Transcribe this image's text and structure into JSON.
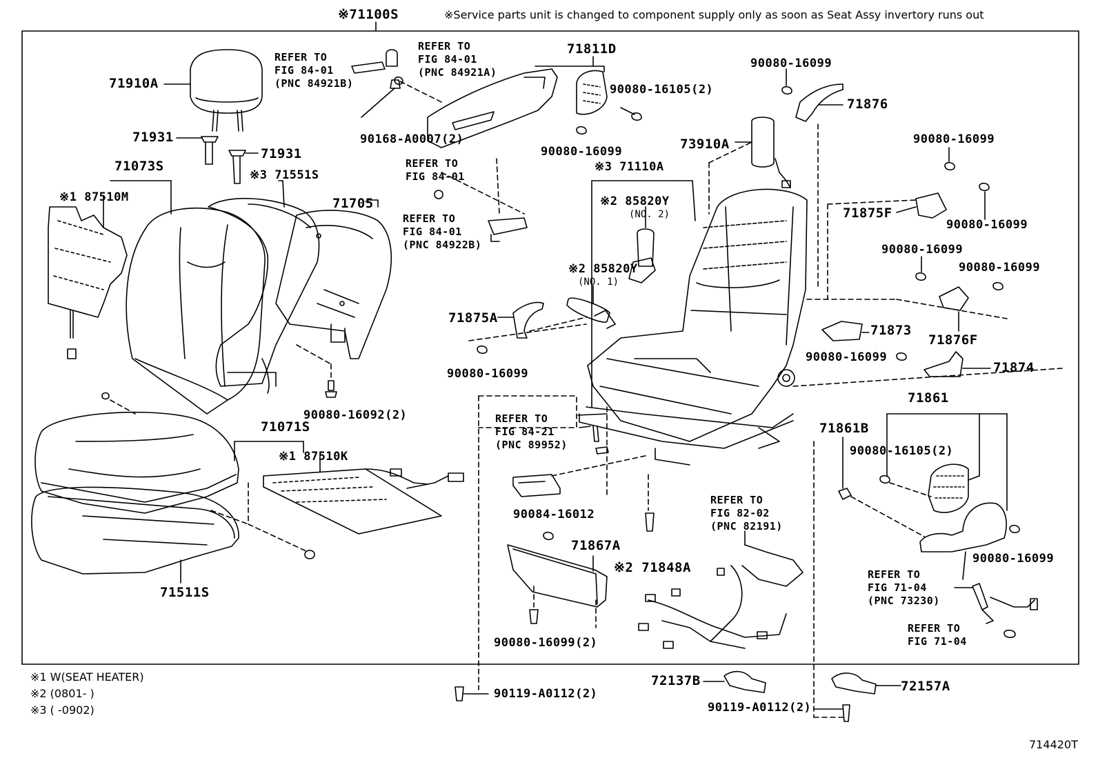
{
  "header": {
    "assembly_part": "※71100S",
    "service_note": "※Service parts unit is changed to component supply only as soon as Seat Assy invertory runs out"
  },
  "figure_code": "714420T",
  "footnotes": [
    "※1 W(SEAT HEATER)",
    "※2 (0801-    )",
    "※3 (    -0902)"
  ],
  "parts": {
    "p71910A": "71910A",
    "p71931a": "71931",
    "p71931b": "71931",
    "p71073S": "71073S",
    "p87510M": "※1 87510M",
    "p71551S": "※3 71551S",
    "p71705": "71705",
    "p90168": "90168-A0007(2)",
    "p71811D": "71811D",
    "p90080_16105a": "90080-16105(2)",
    "p90080_16099a": "90080-16099",
    "p90080_16099b": "90080-16099",
    "p71876": "71876",
    "p73910A": "73910A",
    "p71110A": "※3 71110A",
    "p85820Y2": "※2 85820Y",
    "no2": "(NO. 2)",
    "p85820Y1": "※2 85820Y",
    "no1": "(NO. 1)",
    "p90080_16099c": "90080-16099",
    "p71875F": "71875F",
    "p90080_16099d": "90080-16099",
    "p90080_16099e": "90080-16099",
    "p90080_16099f": "90080-16099",
    "p71876F": "71876F",
    "p71875A": "71875A",
    "p90080_16099g": "90080-16099",
    "p71873": "71873",
    "p90080_16099h": "90080-16099",
    "p71874": "71874",
    "p90080_16092": "90080-16092(2)",
    "p71071S": "71071S",
    "p87510K": "※1 87510K",
    "p71861": "71861",
    "p71861B": "71861B",
    "p90080_16105b": "90080-16105(2)",
    "p90084": "90084-16012",
    "p71867A": "71867A",
    "p71848A": "※2 71848A",
    "p90080_16099i": "90080-16099",
    "p90080_16099j": "90080-16099(2)",
    "p71511S": "71511S",
    "p90119a": "90119-A0112(2)",
    "p72137B": "72137B",
    "p72157A": "72157A",
    "p90119b": "90119-A0112(2)"
  },
  "refs": {
    "r1": "REFER TO\nFIG 84-01\n(PNC 84921B)",
    "r2": "REFER TO\nFIG 84-01\n(PNC 84921A)",
    "r3": "REFER TO\nFIG 84-01",
    "r4": "REFER TO\nFIG 84-01\n(PNC 84922B)",
    "r5": "REFER TO\nFIG 84-21\n(PNC 89952)",
    "r6": "REFER TO\nFIG 82-02\n(PNC 82191)",
    "r7": "REFER TO\nFIG 71-04\n(PNC 73230)",
    "r8": "REFER TO\nFIG 71-04"
  }
}
